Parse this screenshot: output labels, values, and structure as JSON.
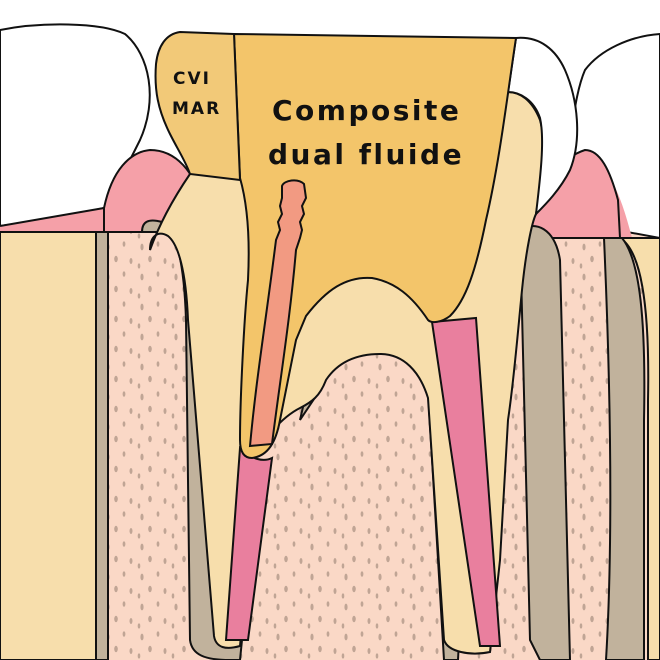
{
  "labels": {
    "cvi_line1": "CVI",
    "cvi_line2": "MAR",
    "composite_line1": "Composite",
    "composite_line2": "dual fluide"
  },
  "colors": {
    "bone": "#FAD8C6",
    "bone_pores": "#B69C8C",
    "periodontal_ligament": "#C1B29C",
    "gingiva": "#F5A0A8",
    "dentin": "#F7DEAC",
    "enamel": "#FFFFFF",
    "composite": "#F3C56A",
    "cvi_mar": "#F2C978",
    "pulp_canal": "#E97F9E",
    "fiber_post": "#F29A82",
    "outline": "#111111"
  },
  "icons": [
    "molar-tooth-icon"
  ]
}
